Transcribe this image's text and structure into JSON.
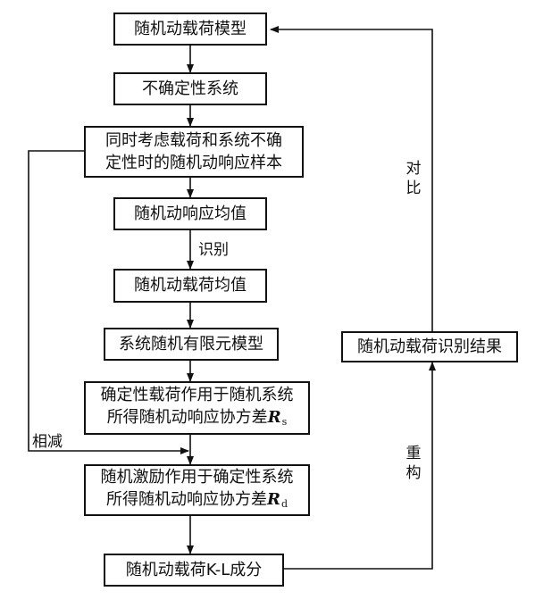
{
  "nodes": {
    "load_model": "随机动载荷模型",
    "uncertain_system": "不确定性系统",
    "response_samples": [
      "同时考虑载荷和系统不确",
      "定性时的随机动响应样本"
    ],
    "response_mean": "随机动响应均值",
    "load_mean": "随机动载荷均值",
    "fe_model": "系统随机有限元模型",
    "rs_box": {
      "line1": "确定性载荷作用于随机系统",
      "line2": "所得随机动响应协方差",
      "symbol": "R",
      "subscript": "s"
    },
    "rd_box": {
      "line1": "随机激励作用于确定性系统",
      "line2": "所得随机动响应协方差",
      "symbol": "R",
      "subscript": "d"
    },
    "kl_components": "随机动载荷K-L成分",
    "identification_result": "随机动载荷识别结果"
  },
  "edge_labels": {
    "identify": "识别",
    "subtract": "相减",
    "compare": [
      "对",
      "比"
    ],
    "reconstruct": [
      "重",
      "构"
    ]
  }
}
